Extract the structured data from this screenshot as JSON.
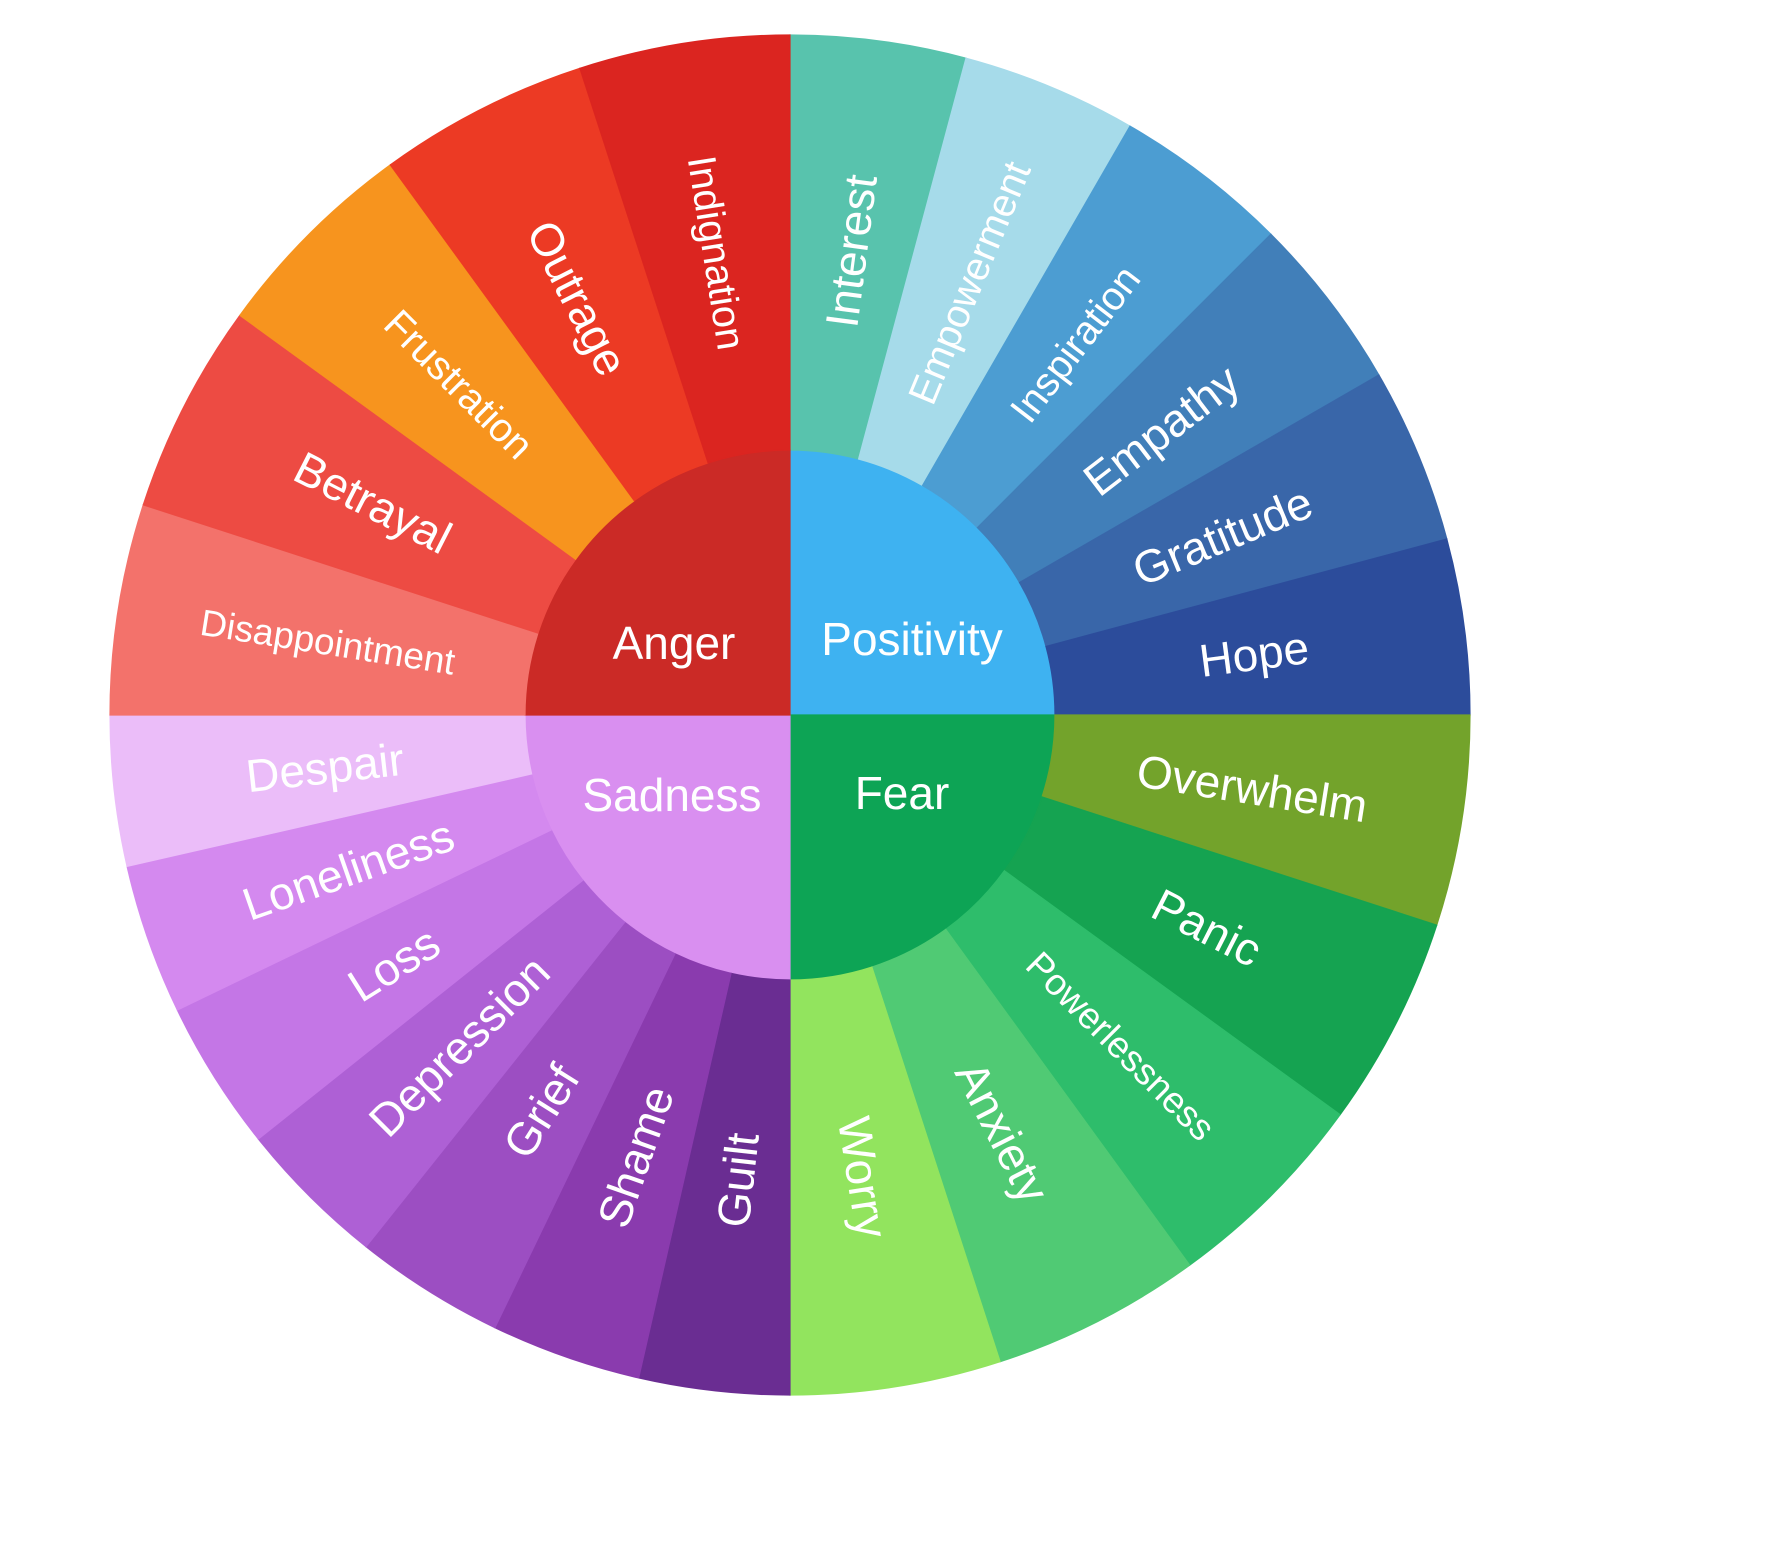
{
  "page": {
    "background": "#ffffff",
    "description": "Emotion wheel"
  },
  "wheel": {
    "type": "emotion-wheel",
    "text_color": "#ffffff",
    "quadrants": [
      {
        "label": "Positivity",
        "color": "#3EB2F1",
        "start_angle": 0,
        "end_angle": 90,
        "segments": [
          {
            "label": "Interest",
            "color": "#58C3AD"
          },
          {
            "label": "Empowerment",
            "color": "#A6DBEA"
          },
          {
            "label": "Inspiration",
            "color": "#4C9DD2"
          },
          {
            "label": "Empathy",
            "color": "#417FB9"
          },
          {
            "label": "Gratitude",
            "color": "#3966A9"
          },
          {
            "label": "Hope",
            "color": "#2C4C9B"
          }
        ]
      },
      {
        "label": "Fear",
        "color": "#0DA455",
        "start_angle": 90,
        "end_angle": 180,
        "segments": [
          {
            "label": "Overwhelm",
            "color": "#73A32B"
          },
          {
            "label": "Panic",
            "color": "#15A351"
          },
          {
            "label": "Powerlessness",
            "color": "#2EBD6B"
          },
          {
            "label": "Anxiety",
            "color": "#50CA74"
          },
          {
            "label": "Worry",
            "color": "#92E45E"
          }
        ]
      },
      {
        "label": "Sadness",
        "color": "#D98FF0",
        "start_angle": 180,
        "end_angle": 270,
        "segments": [
          {
            "label": "Guilt",
            "color": "#6A2D92"
          },
          {
            "label": "Shame",
            "color": "#8A3BAE"
          },
          {
            "label": "Grief",
            "color": "#9C4EC2"
          },
          {
            "label": "Depression",
            "color": "#AE60D5"
          },
          {
            "label": "Loss",
            "color": "#C476E6"
          },
          {
            "label": "Loneliness",
            "color": "#D489EF"
          },
          {
            "label": "Despair",
            "color": "#EBBDF9"
          }
        ]
      },
      {
        "label": "Anger",
        "color": "#CB2A26",
        "start_angle": 270,
        "end_angle": 360,
        "segments": [
          {
            "label": "Disappointment",
            "color": "#F3726B"
          },
          {
            "label": "Betrayal",
            "color": "#ED4B43"
          },
          {
            "label": "Frustration",
            "color": "#F7941E"
          },
          {
            "label": "Outrage",
            "color": "#EC3A24"
          },
          {
            "label": "Indignation",
            "color": "#DB2520"
          }
        ]
      }
    ]
  }
}
